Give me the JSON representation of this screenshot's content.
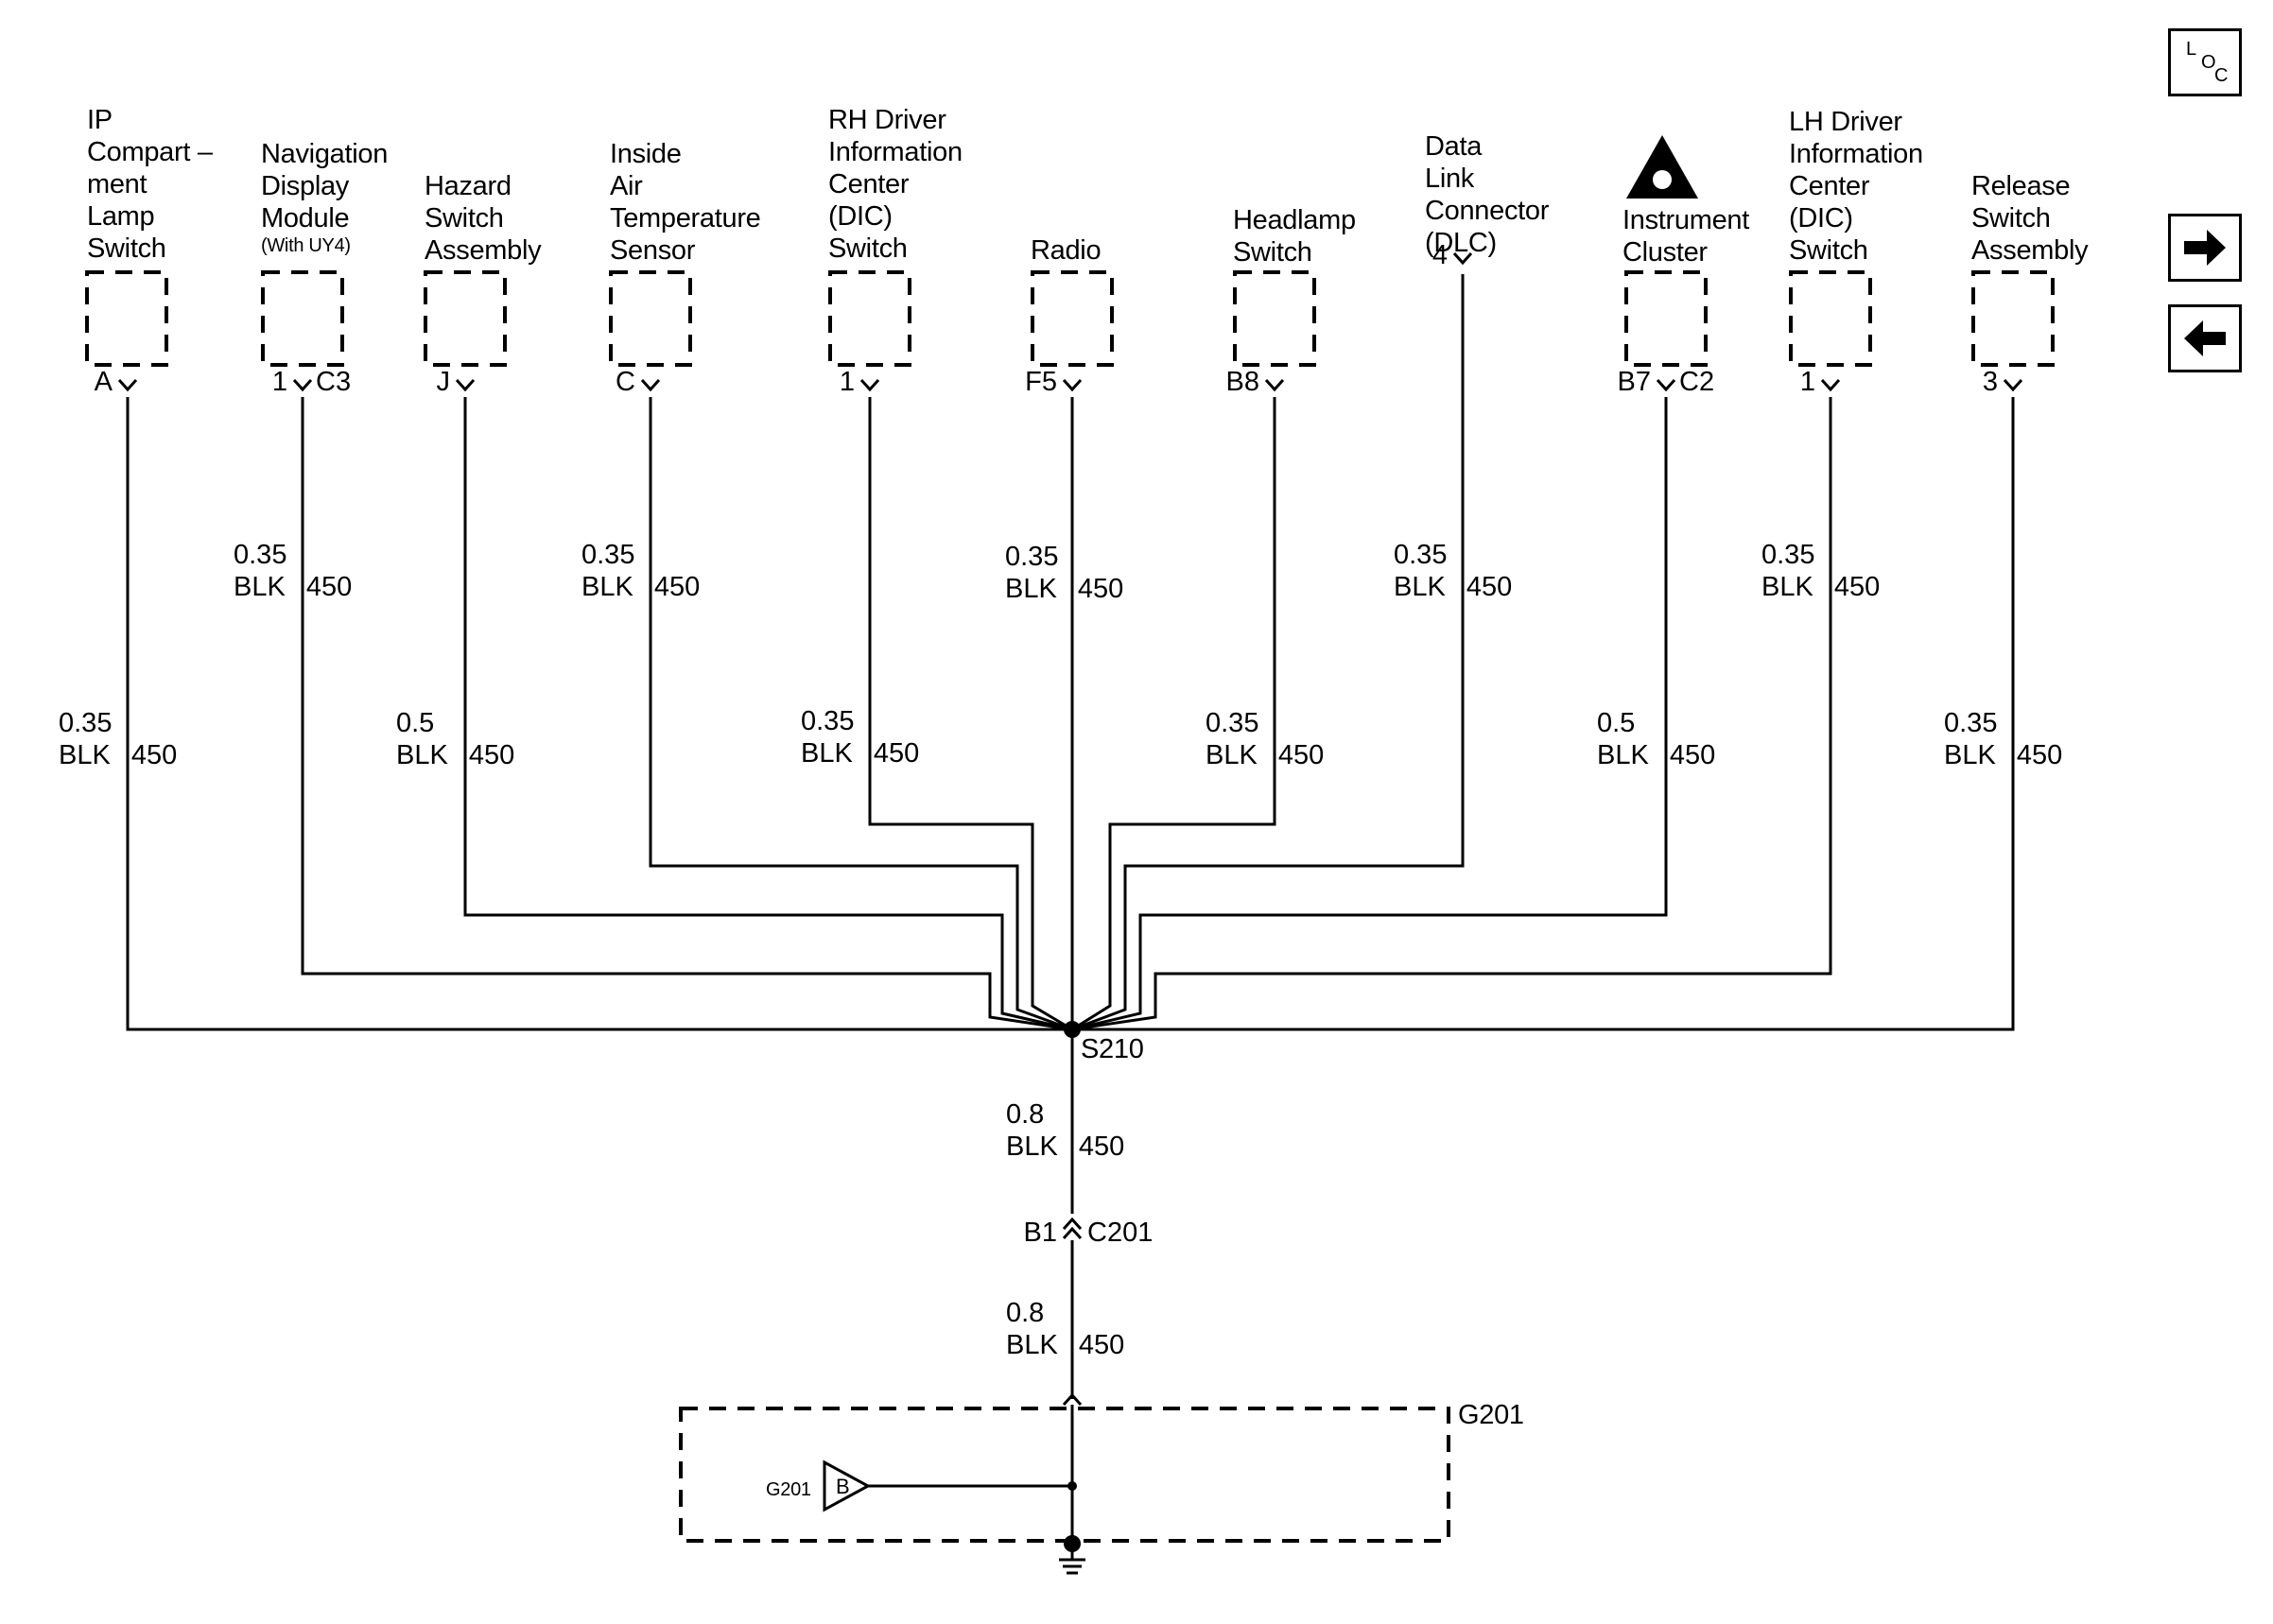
{
  "components": [
    {
      "id": "ip",
      "name_lines": [
        "IP",
        "Compart –",
        "ment",
        "Lamp",
        "Switch"
      ],
      "pin_left": "A",
      "pin_right": "",
      "gauge": "0.35",
      "color": "BLK",
      "circuit": "450"
    },
    {
      "id": "nav",
      "name_lines": [
        "Navigation",
        "Display",
        "Module"
      ],
      "sub": "(With UY4)",
      "pin_left": "1",
      "pin_right": "C3",
      "gauge": "0.35",
      "color": "BLK",
      "circuit": "450"
    },
    {
      "id": "hazard",
      "name_lines": [
        "Hazard",
        "Switch",
        "Assembly"
      ],
      "pin_left": "J",
      "pin_right": "",
      "gauge": "0.5",
      "color": "BLK",
      "circuit": "450"
    },
    {
      "id": "iat",
      "name_lines": [
        "Inside",
        "Air",
        "Temperature",
        "Sensor"
      ],
      "pin_left": "C",
      "pin_right": "",
      "gauge": "0.35",
      "color": "BLK",
      "circuit": "450"
    },
    {
      "id": "rhdic",
      "name_lines": [
        "RH Driver",
        "Information",
        "Center",
        "(DIC)",
        "Switch"
      ],
      "pin_left": "1",
      "pin_right": "",
      "gauge": "0.35",
      "color": "BLK",
      "circuit": "450"
    },
    {
      "id": "radio",
      "name_lines": [
        "Radio"
      ],
      "pin_left": "F5",
      "pin_right": "",
      "gauge": "0.35",
      "color": "BLK",
      "circuit": "450"
    },
    {
      "id": "headlamp",
      "name_lines": [
        "Headlamp",
        "Switch"
      ],
      "pin_left": "B8",
      "pin_right": "",
      "gauge": "0.35",
      "color": "BLK",
      "circuit": "450"
    },
    {
      "id": "dlc",
      "name_lines": [
        "Data",
        "Link",
        "Connector",
        "(DLC)"
      ],
      "pin_left": "4",
      "pin_right": "",
      "gauge": "0.35",
      "color": "BLK",
      "circuit": "450"
    },
    {
      "id": "ic",
      "name_lines": [
        "Instrument",
        "Cluster"
      ],
      "pin_left": "B7",
      "pin_right": "C2",
      "gauge": "0.5",
      "color": "BLK",
      "circuit": "450"
    },
    {
      "id": "lhdic",
      "name_lines": [
        "LH Driver",
        "Information",
        "Center",
        "(DIC)",
        "Switch"
      ],
      "pin_left": "1",
      "pin_right": "",
      "gauge": "0.35",
      "color": "BLK",
      "circuit": "450"
    },
    {
      "id": "release",
      "name_lines": [
        "Release",
        "Switch",
        "Assembly"
      ],
      "pin_left": "3",
      "pin_right": "",
      "gauge": "0.35",
      "color": "BLK",
      "circuit": "450"
    }
  ],
  "splice": "S210",
  "trunk_upper": {
    "gauge": "0.8",
    "color": "BLK",
    "circuit": "450"
  },
  "connector": {
    "pin": "B1",
    "name": "C201"
  },
  "trunk_lower": {
    "gauge": "0.8",
    "color": "BLK",
    "circuit": "450"
  },
  "ground": {
    "name": "G201",
    "ref_label": "G201",
    "ref_letter": "B"
  },
  "nav_icons": {
    "loc_l": "L",
    "loc_o": "O",
    "loc_c": "C",
    "next": "right-arrow-icon",
    "prev": "left-arrow-icon"
  },
  "colors": {
    "ink": "#000000",
    "background": "#ffffff"
  }
}
